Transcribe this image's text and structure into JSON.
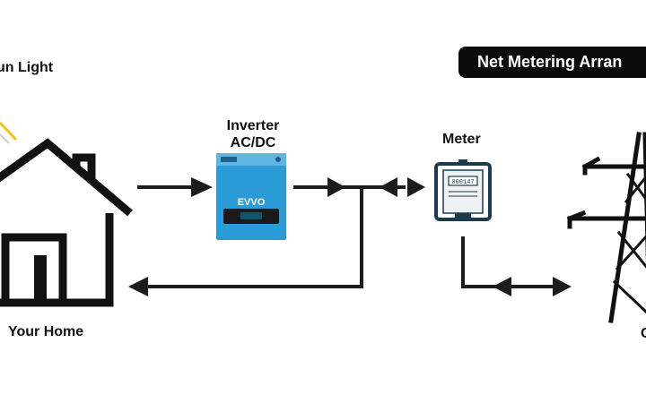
{
  "title": "Net Metering Arran",
  "labels": {
    "sun": "un Light",
    "inverter": "Inverter AC/DC",
    "meter": "Meter",
    "home": "Your Home",
    "grid": "G"
  },
  "inverter_device": {
    "brand": "EVVO",
    "color": "#2a9bd6"
  },
  "meter_display": "000147",
  "colors": {
    "line": "#1c1c1c",
    "title_bg": "#0b0b0b",
    "title_text": "#ffffff",
    "sun_ray": "#f2c21b",
    "meter_frame": "#1e3b4d"
  }
}
